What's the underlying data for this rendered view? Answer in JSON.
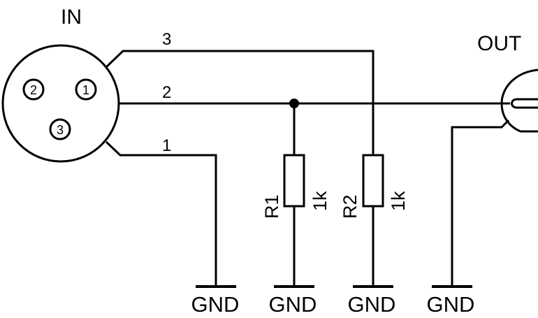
{
  "input_label": "IN",
  "output_label": "OUT",
  "connector_pins": [
    "1",
    "2",
    "3"
  ],
  "wires": [
    "3",
    "2",
    "1"
  ],
  "resistors": [
    {
      "ref": "R1",
      "value": "1k"
    },
    {
      "ref": "R2",
      "value": "1k"
    }
  ],
  "ground_labels": [
    "GND",
    "GND",
    "GND",
    "GND"
  ]
}
